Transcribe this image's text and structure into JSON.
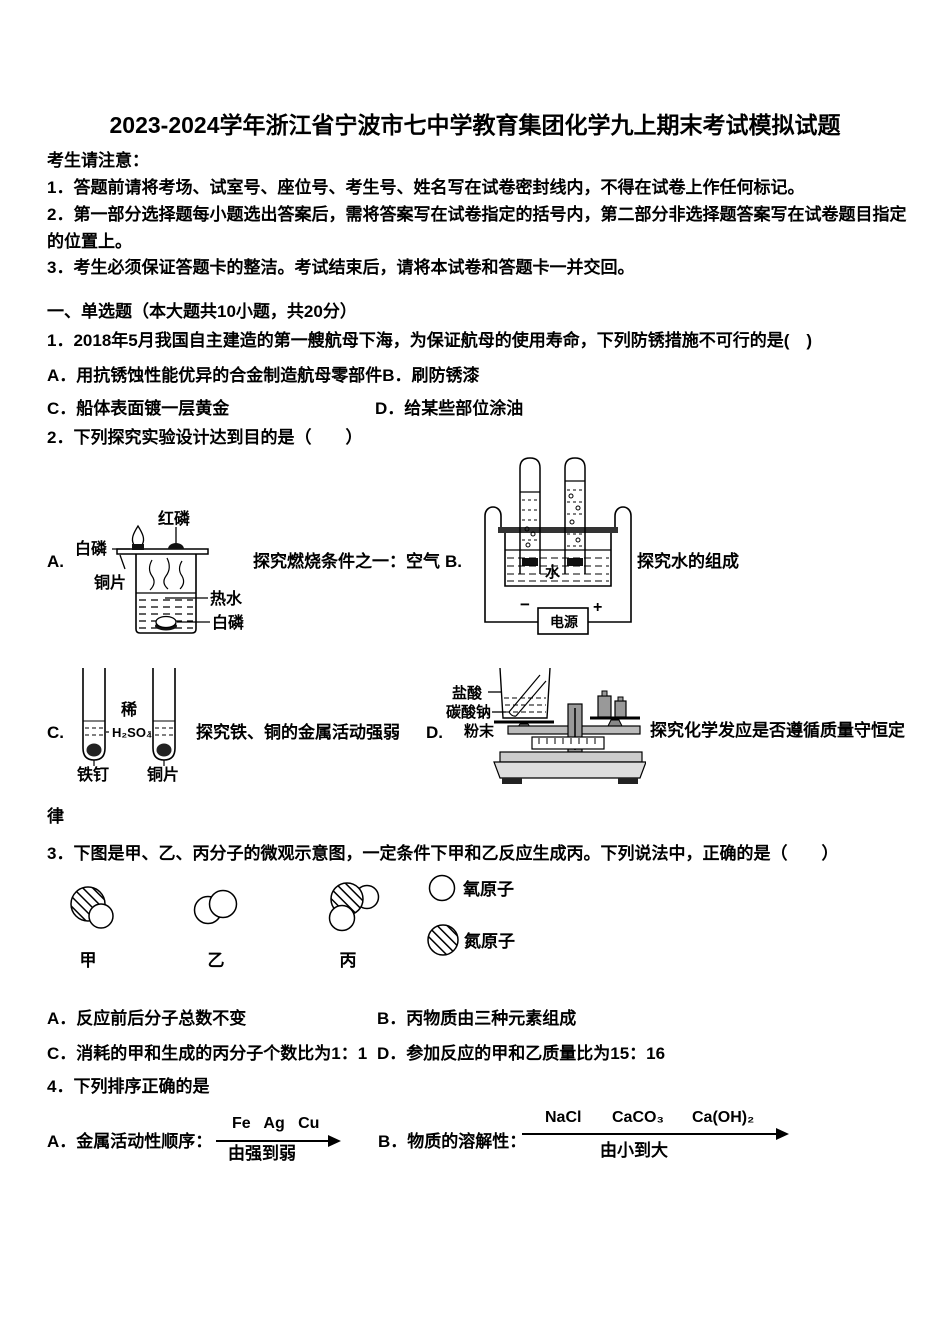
{
  "colors": {
    "ink": "#000000",
    "paper": "#ffffff"
  },
  "title": "2023-2024学年浙江省宁波市七中学教育集团化学九上期末考试模拟试题",
  "notice": {
    "heading": "考生请注意：",
    "item1": "1．答题前请将考场、试室号、座位号、考生号、姓名写在试卷密封线内，不得在试卷上作任何标记。",
    "item2a": "2．第一部分选择题每小题选出答案后，需将答案写在试卷指定的括号内，第二部分非选择题答案写在试卷题目指定",
    "item2b": "的位置上。",
    "item3": "3．考生必须保证答题卡的整洁。考试结束后，请将本试卷和答题卡一并交回。"
  },
  "section1": {
    "heading": "一、单选题（本大题共10小题，共20分）"
  },
  "q1": {
    "stem": "1．2018年5月我国自主建造的第一艘航母下海，为保证航母的使用寿命，下列防锈措施不可行的是(　)",
    "option_ab": "A．用抗锈蚀性能优异的合金制造航母零部件B．刷防锈漆",
    "option_c": "C．船体表面镀一层黄金",
    "option_d": "D．给某些部位涂油"
  },
  "q2": {
    "stem": "2．下列探究实验设计达到目的是（　　）",
    "a_label": "A.",
    "a_caption": "探究燃烧条件之一：空气",
    "b_label": "B.",
    "b_caption": "探究水的组成",
    "c_label": "C.",
    "c_caption": "探究铁、铜的金属活动强弱",
    "d_label": "D.",
    "d_caption": "探究化学发应是否遵循质量守恒定",
    "d_caption_cont": "律",
    "diagram_a": {
      "red_phosphorus": "红磷",
      "white_phosphorus_top": "白磷",
      "copper_sheet": "铜片",
      "hot_water": "热水",
      "white_phosphorus_bottom": "白磷"
    },
    "diagram_b": {
      "water": "水",
      "power": "电源",
      "minus": "−",
      "plus": "+"
    },
    "diagram_c": {
      "dilute": "稀",
      "acid": "H₂SO₄",
      "iron_nail": "铁钉",
      "copper_piece": "铜片"
    },
    "diagram_d": {
      "hydrochloric_acid": "盐酸",
      "sodium_carbonate": "碳酸钠",
      "powder": "粉末"
    }
  },
  "q3": {
    "stem": "3．下图是甲、乙、丙分子的微观示意图，一定条件下甲和乙反应生成丙。下列说法中，正确的是（　　）",
    "mol_jia": "甲",
    "mol_yi": "乙",
    "mol_bing": "丙",
    "legend_oxygen": "氧原子",
    "legend_nitrogen": "氮原子",
    "option_a": "A．反应前后分子总数不变",
    "option_b": "B．丙物质由三种元素组成",
    "option_c": "C．消耗的甲和生成的丙分子个数比为1：1",
    "option_d": "D．参加反应的甲和乙质量比为15：16"
  },
  "q4": {
    "stem": "4．下列排序正确的是",
    "a_label": "A．金属活动性顺序：",
    "a_above": "Fe   Ag   Cu",
    "a_below": "由强到弱",
    "b_label": "B．物质的溶解性：",
    "b_above_1": "NaCl",
    "b_above_2": "CaCO₃",
    "b_above_3": "Ca(OH)₂",
    "b_below": "由小到大"
  }
}
